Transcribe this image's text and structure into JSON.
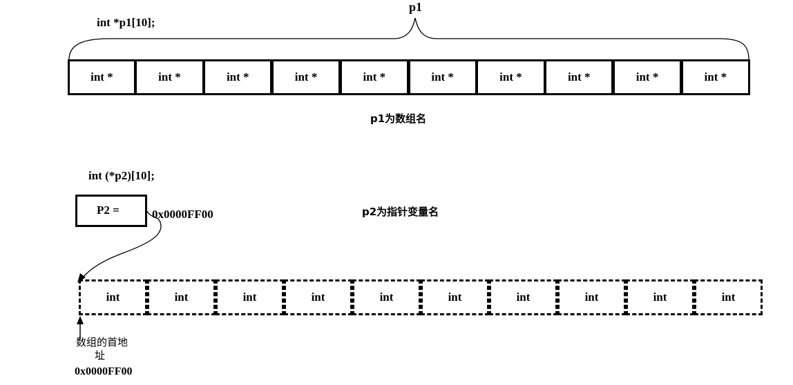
{
  "top": {
    "declaration": "int  *p1[10];",
    "brace_label": "p1",
    "cells": [
      "int *",
      "int *",
      "int *",
      "int *",
      "int *",
      "int *",
      "int *",
      "int *",
      "int *",
      "int *"
    ],
    "caption": "p1为数组名"
  },
  "bottom": {
    "declaration": "int  (*p2)[10];",
    "pointer_box_label": "P2 =",
    "pointer_value": "0x0000FF00",
    "caption": "p2为指针变量名",
    "cells": [
      "int",
      "int",
      "int",
      "int",
      "int",
      "int",
      "int",
      "int",
      "int",
      "int"
    ],
    "address_label_line1": "数组的首地",
    "address_label_line2": "址",
    "address_value": "0x0000FF00"
  }
}
